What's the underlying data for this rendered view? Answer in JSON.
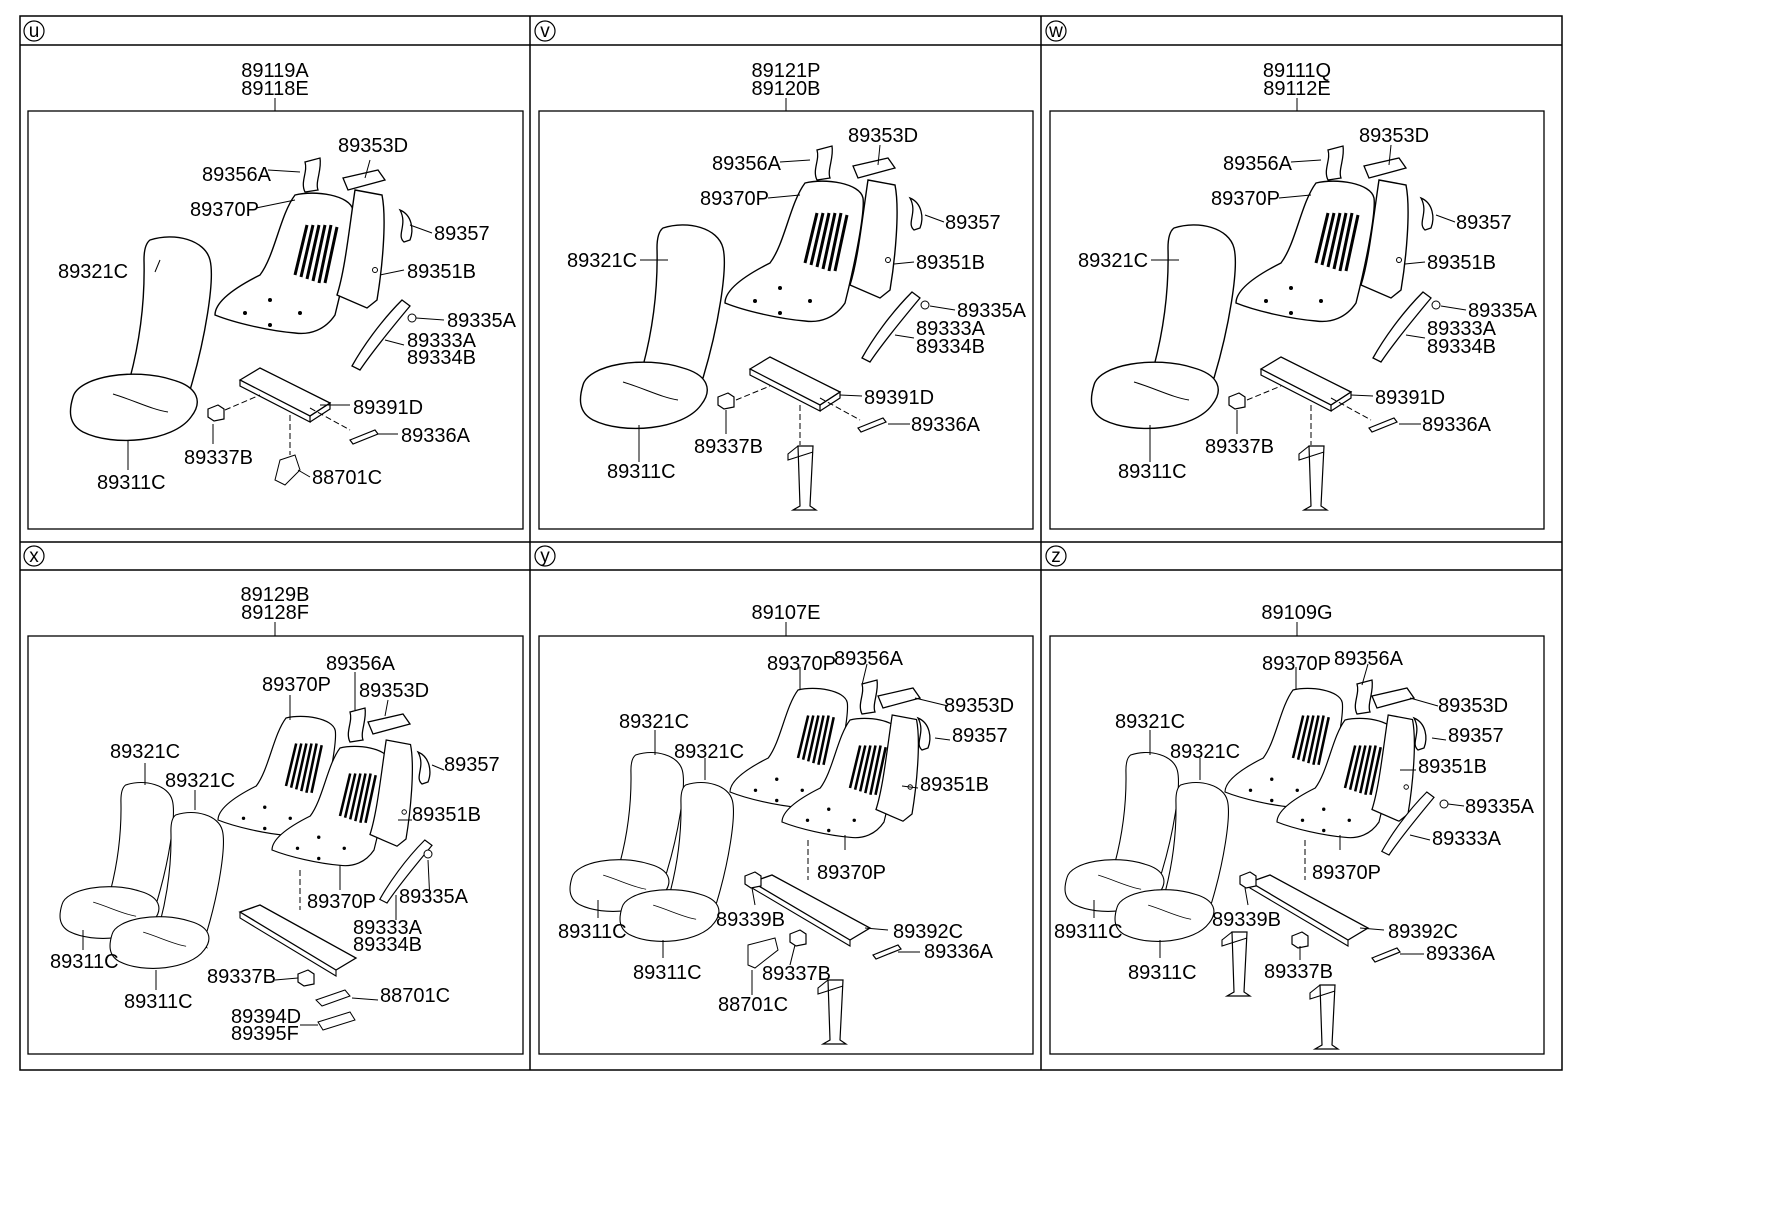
{
  "colors": {
    "line": "#000000",
    "background": "#ffffff"
  },
  "panels": [
    {
      "letter": "u",
      "title_lines": [
        "89119A",
        "89118E"
      ],
      "labels": [
        "89353D",
        "89356A",
        "89370P",
        "89357",
        "89321C",
        "89351B",
        "89335A",
        "89333A",
        "89334B",
        "89391D",
        "89336A",
        "89337B",
        "88701C",
        "89311C"
      ]
    },
    {
      "letter": "v",
      "title_lines": [
        "89121P",
        "89120B"
      ],
      "labels": [
        "89353D",
        "89356A",
        "89370P",
        "89357",
        "89321C",
        "89351B",
        "89335A",
        "89333A",
        "89334B",
        "89391D",
        "89336A",
        "89337B",
        "89311C"
      ]
    },
    {
      "letter": "w",
      "title_lines": [
        "89111Q",
        "89112E"
      ],
      "labels": [
        "89353D",
        "89356A",
        "89370P",
        "89357",
        "89321C",
        "89351B",
        "89335A",
        "89333A",
        "89334B",
        "89391D",
        "89336A",
        "89337B",
        "89311C"
      ]
    },
    {
      "letter": "x",
      "title_lines": [
        "89129B",
        "89128F"
      ],
      "labels": [
        "89356A",
        "89370P",
        "89353D",
        "89321C",
        "89321C",
        "89357",
        "89351B",
        "89335A",
        "89370P",
        "89333A",
        "89334B",
        "89311C",
        "89311C",
        "89337B",
        "88701C",
        "89394D",
        "89395F"
      ]
    },
    {
      "letter": "y",
      "title_lines": [
        "89107E"
      ],
      "labels": [
        "89370P",
        "89356A",
        "89321C",
        "89321C",
        "89353D",
        "89357",
        "89351B",
        "89370P",
        "89339B",
        "89392C",
        "89311C",
        "89336A",
        "89337B",
        "89311C",
        "88701C"
      ]
    },
    {
      "letter": "z",
      "title_lines": [
        "89109G"
      ],
      "labels": [
        "89370P",
        "89356A",
        "89321C",
        "89321C",
        "89353D",
        "89357",
        "89351B",
        "89335A",
        "89333A",
        "89370P",
        "89311C",
        "89339B",
        "89392C",
        "89311C",
        "89337B",
        "89336A"
      ]
    }
  ]
}
